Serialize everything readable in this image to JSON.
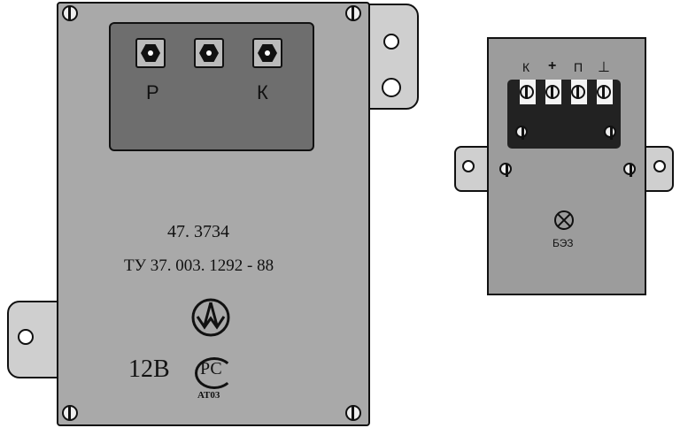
{
  "left_device": {
    "terminal_labels": [
      "Р",
      "К"
    ],
    "model": "47. 3734",
    "spec": "ТУ 37. 003. 1292 - 88",
    "voltage": "12В",
    "cert_mark": "РС",
    "cert_code": "АТ03"
  },
  "right_device": {
    "terminal_labels": [
      "К",
      "+",
      "П",
      "⊥"
    ],
    "name": "БЭЗ"
  }
}
